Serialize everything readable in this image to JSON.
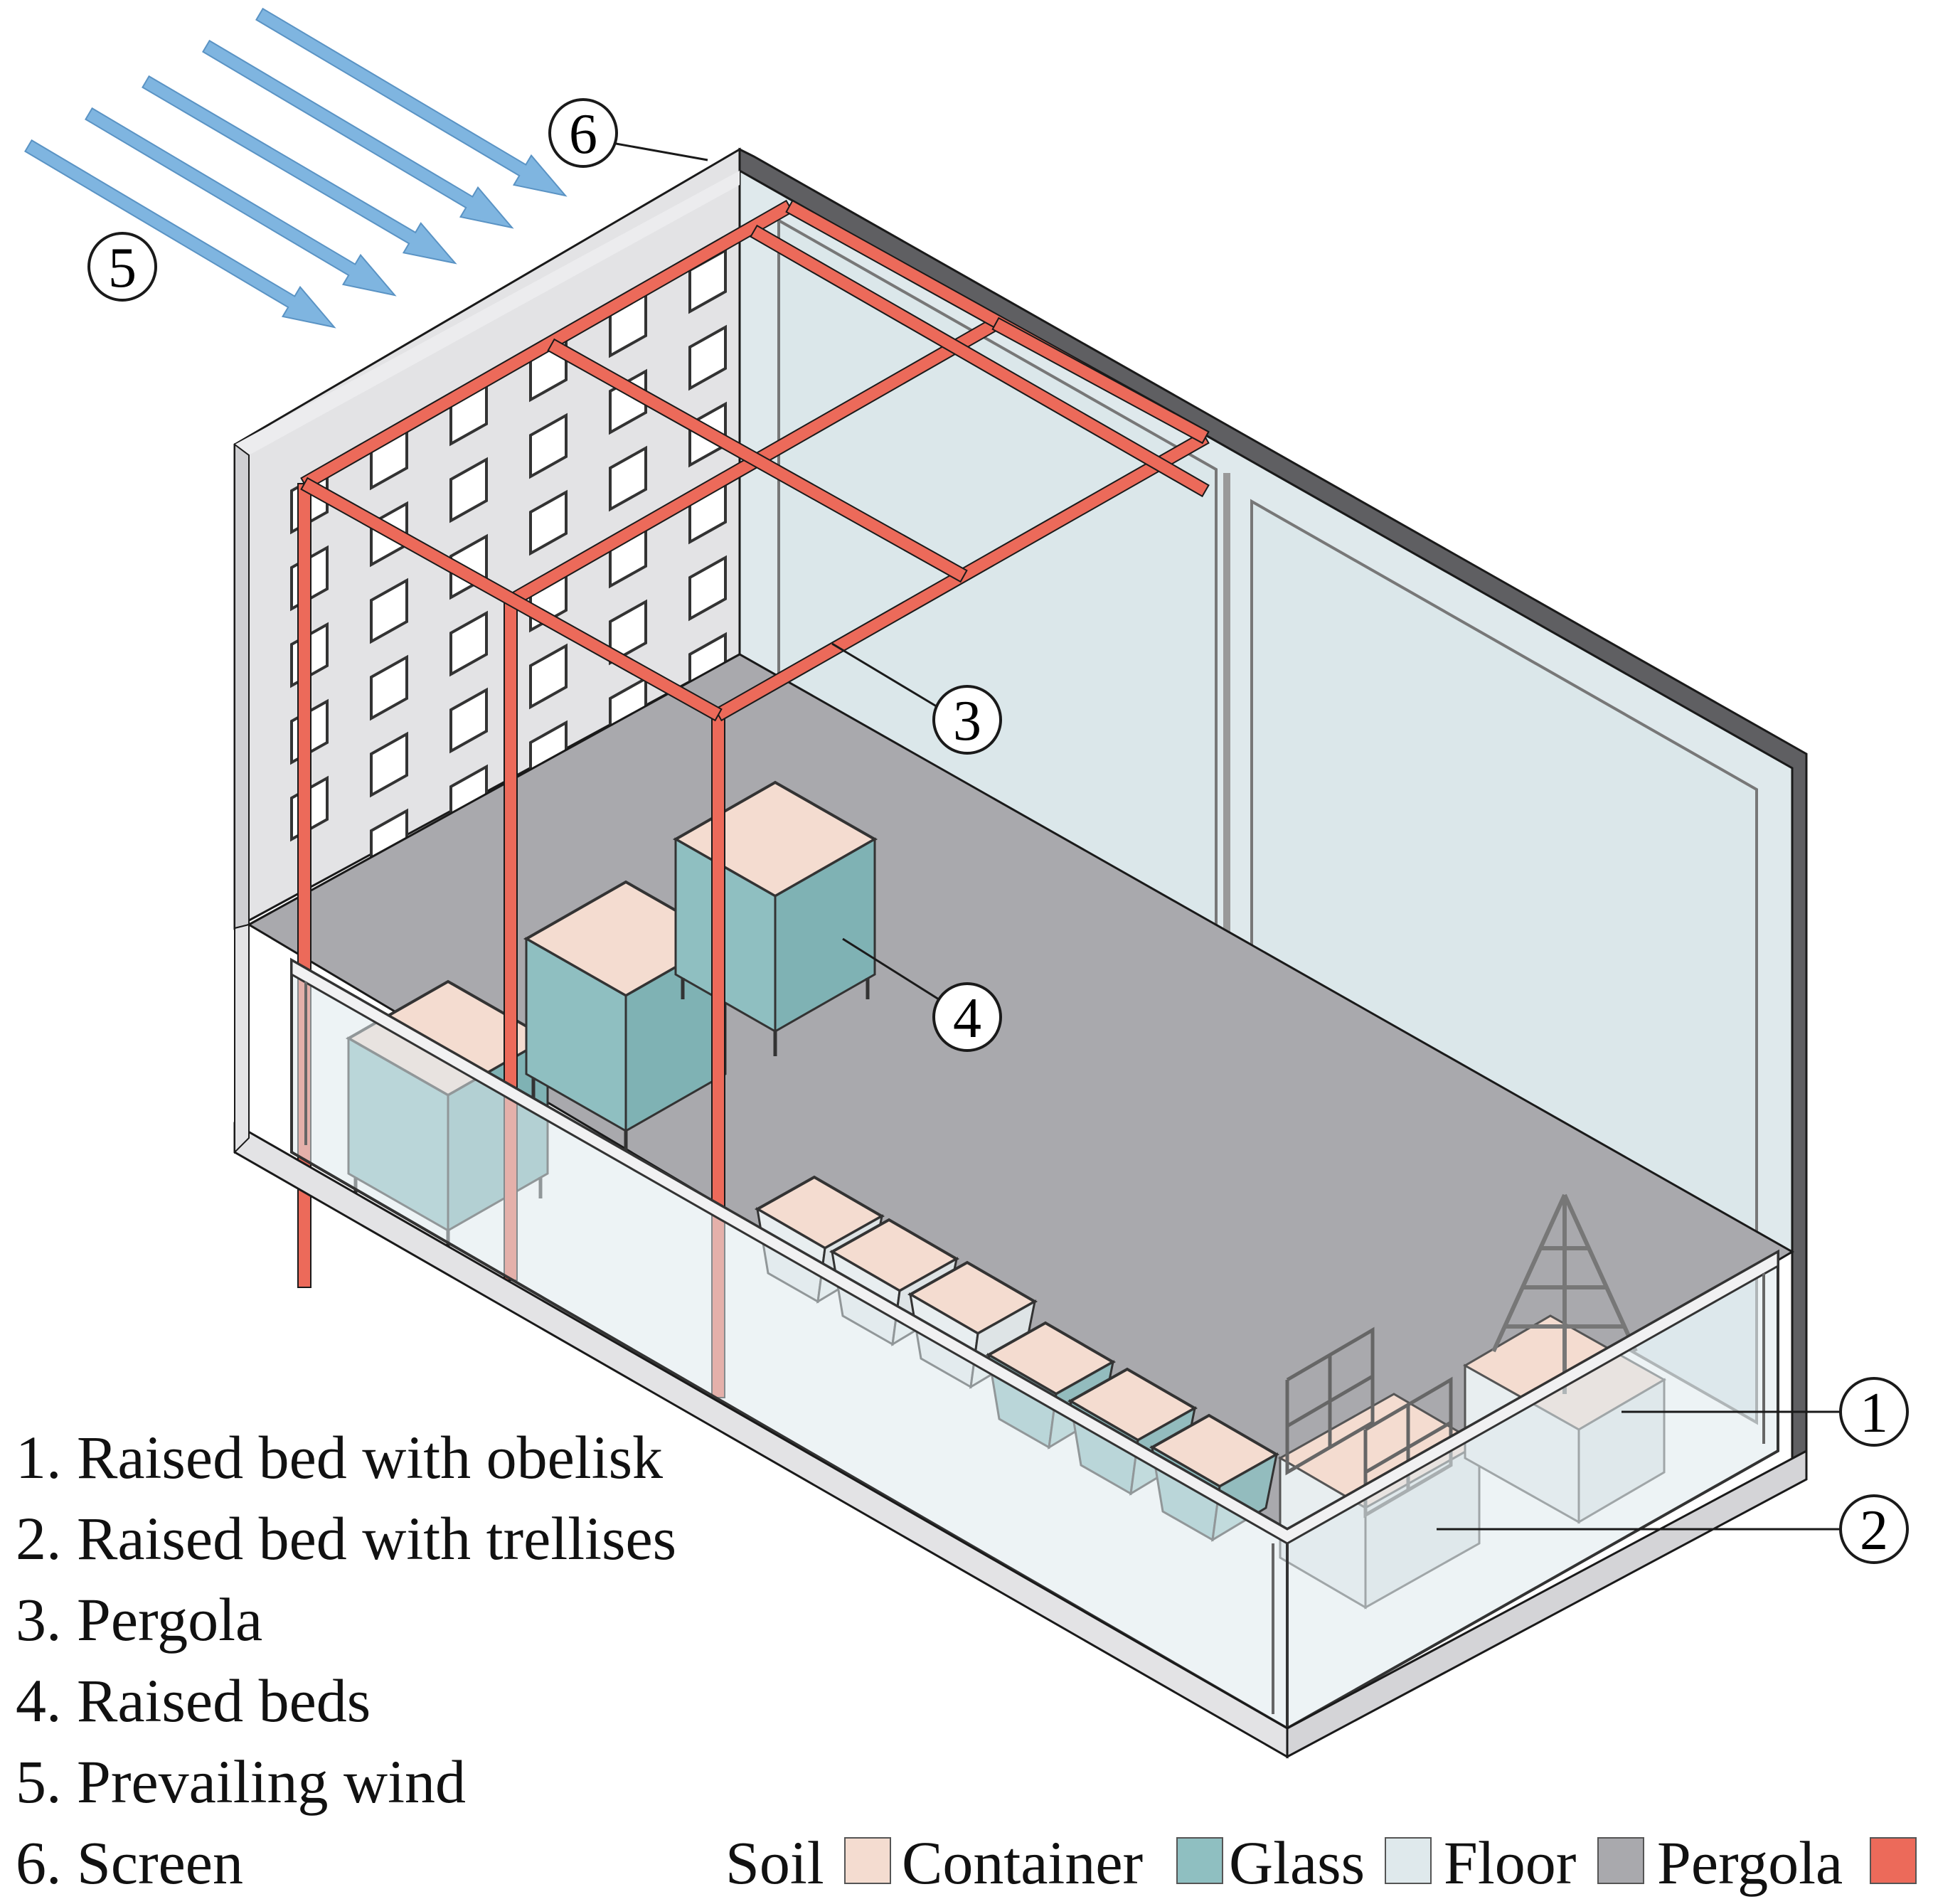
{
  "callouts": [
    {
      "num": "1"
    },
    {
      "num": "2"
    },
    {
      "num": "3"
    },
    {
      "num": "4"
    },
    {
      "num": "5"
    },
    {
      "num": "6"
    }
  ],
  "legend": [
    "1. Raised bed with obelisk",
    "2. Raised bed with trellises",
    "3. Pergola",
    "4. Raised beds",
    "5. Prevailing wind",
    "6. Screen"
  ],
  "material_key": [
    {
      "label": "Soil",
      "color": "#f4dcd0"
    },
    {
      "label": "Container",
      "color": "#8fbfc1"
    },
    {
      "label": "Glass",
      "color": "#dfe9ec"
    },
    {
      "label": "Floor",
      "color": "#a9a9ad"
    },
    {
      "label": "Pergola",
      "color": "#ec6a5a"
    }
  ],
  "colors": {
    "wall": "#e3e3e5",
    "wall_dark": "#5f5f62",
    "wind_arrow": "#7fb5e0",
    "outline": "#1a1a1a"
  }
}
